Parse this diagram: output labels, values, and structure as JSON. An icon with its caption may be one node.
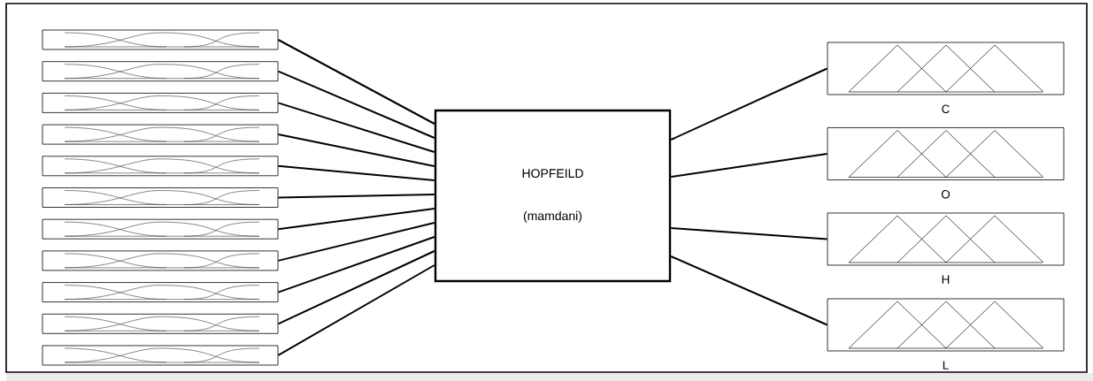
{
  "diagram": {
    "nodes": [
      {
        "text": [],
        "shape": "box"
      },
      {
        "text": [],
        "shape": "box"
      },
      {
        "text": [],
        "shape": "box"
      },
      {
        "text": [],
        "shape": "box"
      },
      {
        "text": [],
        "shape": "box"
      },
      {
        "text": [],
        "shape": "box"
      },
      {
        "text": [],
        "shape": "box"
      },
      {
        "text": [],
        "shape": "box"
      },
      {
        "text": [],
        "shape": "box"
      },
      {
        "text": [],
        "shape": "box"
      },
      {
        "text": [],
        "shape": "box"
      },
      {
        "text": [
          "HOPFEILD",
          "(mamdani)"
        ]
      },
      {
        "text": [],
        "shape": "box",
        "beside": [
          "C"
        ]
      },
      {
        "text": [],
        "shape": "box",
        "beside": [
          "O"
        ]
      },
      {
        "text": [],
        "shape": "box",
        "beside": [
          "H"
        ]
      },
      {
        "text": [],
        "shape": "box",
        "beside": [
          "L"
        ]
      }
    ],
    "edges": [
      {
        "from": 0,
        "to": 11,
        "arrow": "none"
      },
      {
        "from": 1,
        "to": 11,
        "arrow": "none"
      },
      {
        "from": 2,
        "to": 11,
        "arrow": "none"
      },
      {
        "from": 3,
        "to": 11,
        "arrow": "none"
      },
      {
        "from": 4,
        "to": 11,
        "arrow": "none"
      },
      {
        "from": 5,
        "to": 11,
        "arrow": "none"
      },
      {
        "from": 6,
        "to": 11,
        "arrow": "none"
      },
      {
        "from": 7,
        "to": 11,
        "arrow": "none"
      },
      {
        "from": 8,
        "to": 11,
        "arrow": "none"
      },
      {
        "from": 9,
        "to": 11,
        "arrow": "none"
      },
      {
        "from": 10,
        "to": 11,
        "arrow": "none"
      },
      {
        "from": 11,
        "to": 12,
        "arrow": "none"
      },
      {
        "from": 11,
        "to": 13,
        "arrow": "none"
      },
      {
        "from": 11,
        "to": 14,
        "arrow": "none"
      },
      {
        "from": 11,
        "to": 15,
        "arrow": "none"
      }
    ]
  }
}
